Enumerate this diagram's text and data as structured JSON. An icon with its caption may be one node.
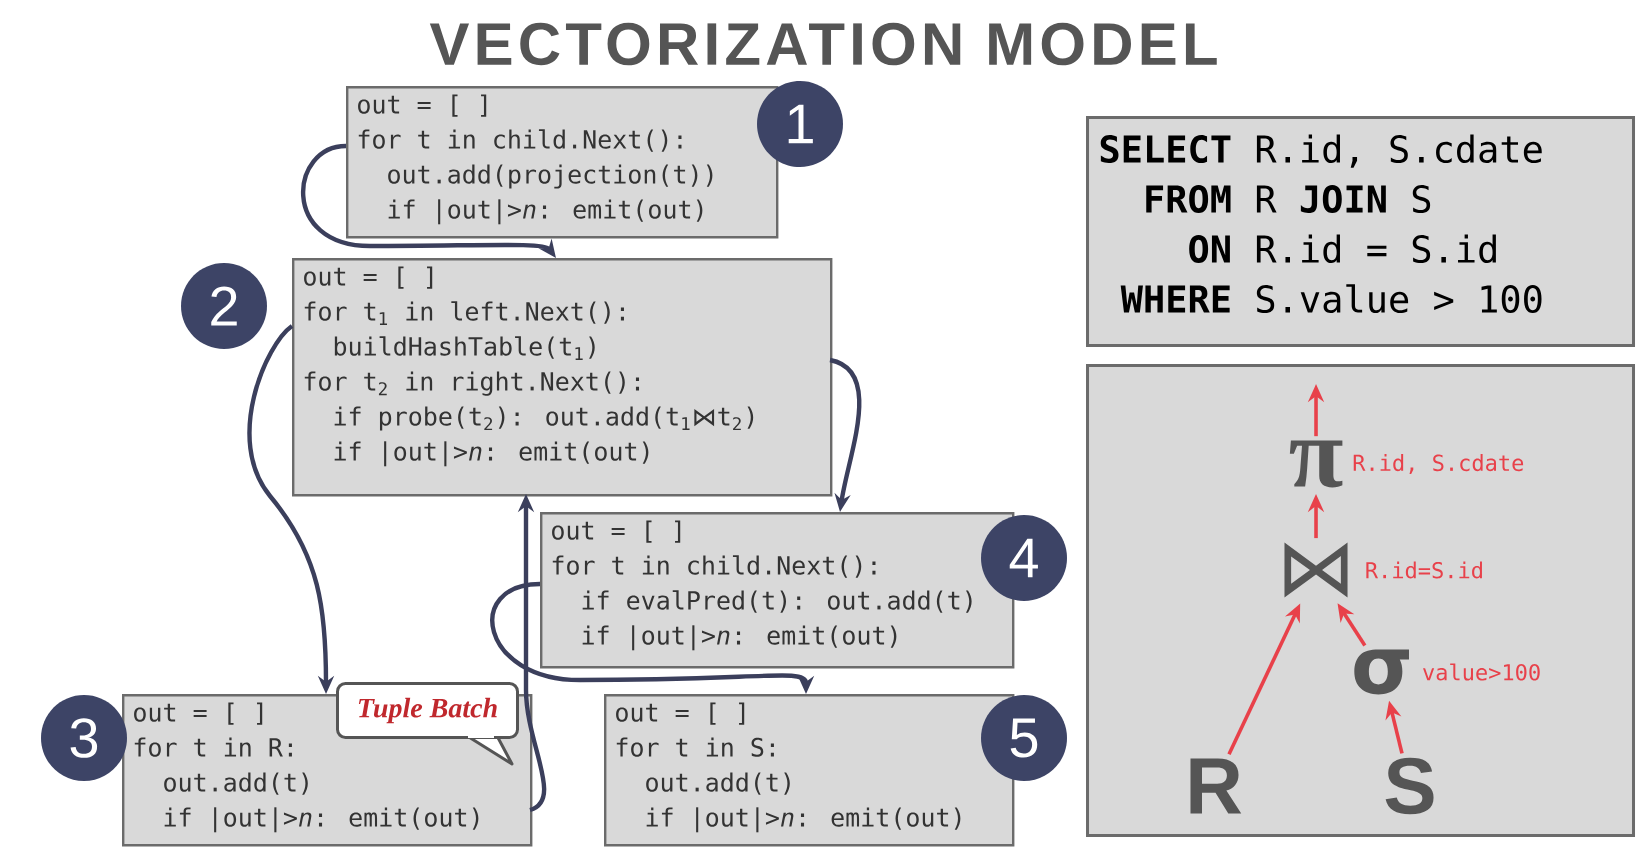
{
  "diagram": {
    "title": "VECTORIZATION MODEL",
    "nodes": [
      {
        "text": [
          "out = [ ]",
          "for t in child.Next():",
          "out.add(projection(t))",
          "if |out|>*n*: emit(out)"
        ]
      },
      {
        "text": [
          "1"
        ]
      },
      {
        "text": [
          "out = [ ]",
          "for t$_{1}$ in left.Next():",
          "buildHashTable(t$_{1}$)",
          "for t$_{2}$ in right.Next():",
          "if probe(t$_{2}$): out.add(t$_{1}$⋈t$_{2}$)",
          "if |out|>*n*: emit(out)"
        ]
      },
      {
        "text": [
          "2"
        ]
      },
      {
        "text": [
          "out = [ ]",
          "for t in child.Next():",
          "if evalPred(t): out.add(t)",
          "if |out|>*n*: emit(out)"
        ]
      },
      {
        "text": [
          "4"
        ]
      },
      {
        "text": [
          "out = [ ]",
          "for t in R:",
          "out.add(t)",
          "if |out|>*n*: emit(out)"
        ]
      },
      {
        "text": [
          "3"
        ]
      },
      {
        "text": [
          "Tuple Batch"
        ]
      },
      {
        "text": [
          "out = [ ]",
          "for t in S:",
          "out.add(t)",
          "if |out|>*n*: emit(out)"
        ]
      },
      {
        "text": [
          "5"
        ]
      },
      {
        "text": [
          "**SELECT** R.id, S.cdate",
          "**FROM** R **JOIN** S",
          "**ON** R.id = S.id",
          "**WHERE** S.value > 100"
        ]
      },
      {
        "text": [],
        "shape": "box"
      },
      {
        "text": [
          "π"
        ],
        "beside": [
          "R.id, S.cdate"
        ],
        "in": 12
      },
      {
        "text": [
          "⋈"
        ],
        "beside": [
          "R.id=S.id"
        ],
        "in": 12
      },
      {
        "text": [
          "σ"
        ],
        "beside": [
          "value>100"
        ],
        "in": 12
      },
      {
        "text": [
          "R"
        ],
        "in": 12
      },
      {
        "text": [
          "S"
        ],
        "in": 12
      }
    ],
    "edges": [
      {
        "from": 0,
        "to": 2,
        "arrow": "to",
        "color": "#3b3f5c"
      },
      {
        "from": 2,
        "to": 6,
        "arrow": "to",
        "color": "#3b3f5c"
      },
      {
        "from": 6,
        "to": 2,
        "arrow": "to",
        "color": "#3b3f5c"
      },
      {
        "from": 2,
        "to": 4,
        "arrow": "to",
        "color": "#3b3f5c"
      },
      {
        "from": 4,
        "to": 9,
        "arrow": "to",
        "color": "#3b3f5c"
      },
      {
        "from": 16,
        "to": 14,
        "arrow": "to",
        "color": "#e8414a"
      },
      {
        "from": 17,
        "to": 15,
        "arrow": "to",
        "color": "#e8414a"
      },
      {
        "from": 15,
        "to": 14,
        "arrow": "to",
        "color": "#e8414a"
      },
      {
        "from": 14,
        "to": 13,
        "arrow": "to",
        "color": "#e8414a"
      },
      {
        "from": 13,
        "to": null,
        "arrow": "to",
        "color": "#e8414a"
      }
    ]
  }
}
